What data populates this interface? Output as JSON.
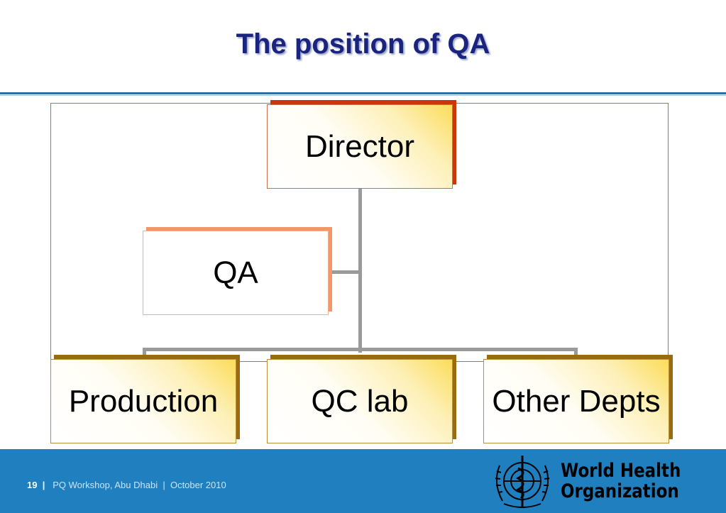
{
  "title": "The position of QA",
  "org_chart": {
    "director": "Director",
    "qa": "QA",
    "departments": [
      "Production",
      "QC lab",
      "Other Depts"
    ]
  },
  "footer": {
    "page_number": "19",
    "separator": "|",
    "event": "PQ Workshop, Abu Dhabi",
    "date": "October 2010",
    "org_name_line1": "World Health",
    "org_name_line2": "Organization"
  },
  "colors": {
    "title": "#1a237e",
    "footer_bg": "#1f7fbf",
    "director_accent": "#c8380a",
    "qa_accent": "#f4956a",
    "dept_accent": "#9a6a10"
  }
}
